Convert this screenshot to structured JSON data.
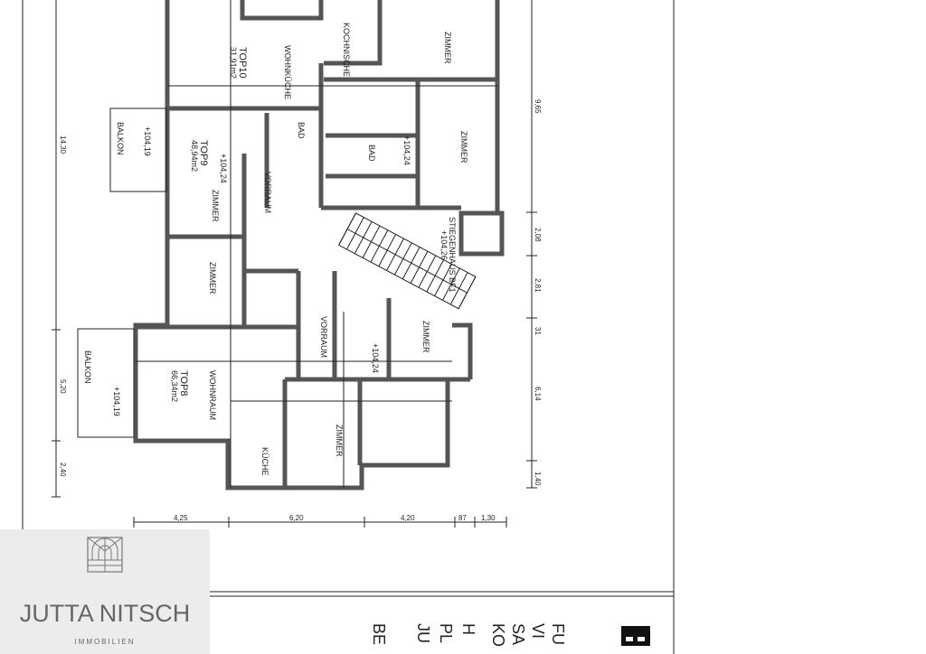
{
  "plan": {
    "units": [
      {
        "name": "TOP10",
        "area": "31,91m2",
        "level": "+104,24"
      },
      {
        "name": "TOP9",
        "area": "48,94m2",
        "level": "+104,24"
      },
      {
        "name": "TOP8",
        "area": "66,34m2",
        "level": "+104,24"
      }
    ],
    "rooms": [
      "WOHNKÜCHE",
      "KOCHNISCHE",
      "ZIMMER",
      "ZIMMER",
      "ZIMMER",
      "ZIMMER",
      "ZIMMER",
      "ZIMMER",
      "VORRAUM",
      "VORRAUM",
      "BAD",
      "BAD",
      "WOHNRAUM",
      "KÜCHE",
      "STIEGENHAUS BF1"
    ],
    "balconies": [
      {
        "label": "BALKON",
        "level": "+104,19"
      },
      {
        "label": "BALKON",
        "level": "+104,19"
      }
    ],
    "stair_level": "+104,26",
    "dims_left": [
      "14,30",
      "5,20",
      "2,40"
    ],
    "dims_right": [
      "9,65",
      "2,08",
      "2,81",
      "31",
      "6,14",
      "1,40"
    ],
    "dims_bottom": [
      "4,25",
      "6,20",
      "4,20",
      "87",
      "1,30"
    ],
    "title_block_fragments": [
      "BE",
      "JU",
      "PL",
      "H",
      "KO",
      "SA",
      "VI",
      "FU"
    ]
  },
  "logo": {
    "name": "JUTTA NITSCH",
    "sub": "IMMOBILIEN"
  }
}
